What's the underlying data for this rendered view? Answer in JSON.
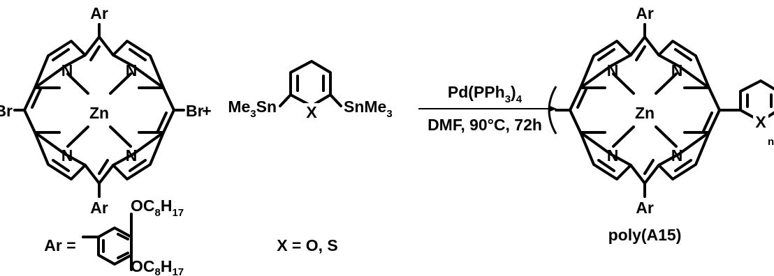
{
  "reactant_porphyrin": {
    "ar_top": "Ar",
    "ar_bottom": "Ar",
    "br_left": "Br",
    "br_right": "Br",
    "metal": "Zn",
    "n": "N"
  },
  "plus": "+",
  "reactant_stannane": {
    "left_prefix": "Me",
    "left_sub": "3",
    "left_suffix": "Sn",
    "right_prefix": "SnMe",
    "right_sub": "3",
    "hetero": "X"
  },
  "conditions": {
    "catalyst_prefix": "Pd(PPh",
    "catalyst_sub": "3",
    "catalyst_suffix": ")",
    "catalyst_sub2": "4",
    "solvent": "DMF, 90°C, 72h"
  },
  "product": {
    "ar_top": "Ar",
    "ar_bottom": "Ar",
    "metal": "Zn",
    "n": "N",
    "hetero": "X",
    "repeat": "n",
    "label": "poly(A15)"
  },
  "ar_definition": {
    "label": "Ar =",
    "substituent_top_prefix": "OC",
    "substituent_top_sub1": "8",
    "substituent_top_mid": "H",
    "substituent_top_sub2": "17",
    "substituent_bottom_prefix": "OC",
    "substituent_bottom_sub1": "8",
    "substituent_bottom_mid": "H",
    "substituent_bottom_sub2": "17"
  },
  "x_definition": "X = O, S"
}
